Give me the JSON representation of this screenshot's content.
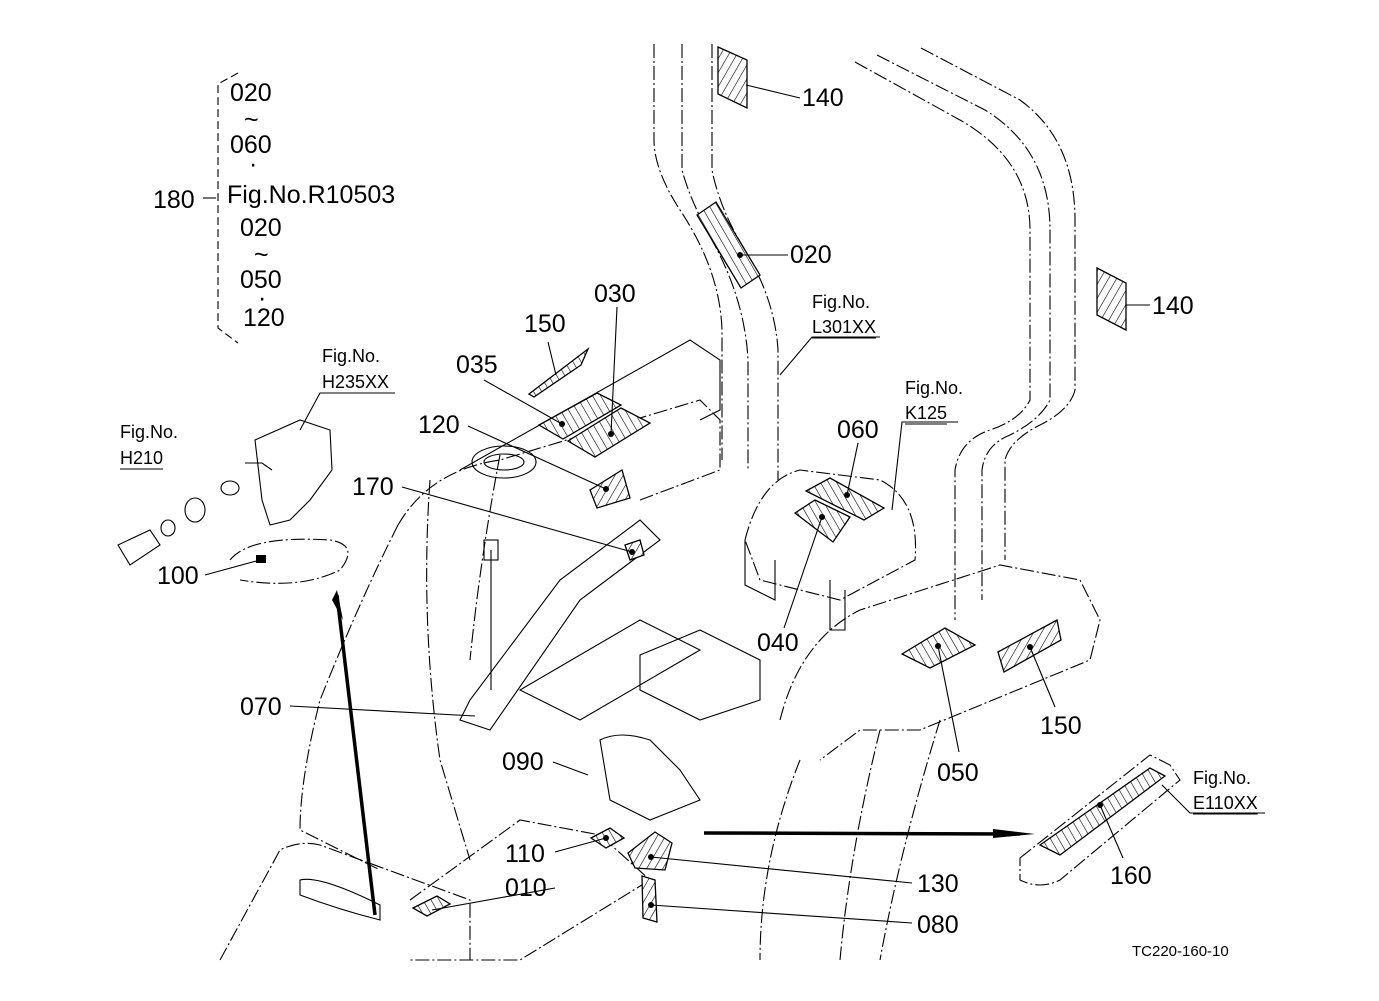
{
  "diagram": {
    "drawing_id": "TC220-160-10",
    "group_bracket": {
      "callout": "180",
      "lines": [
        "020",
        "~",
        "060",
        "·",
        "Fig.No.R10503",
        "020",
        "~",
        "050",
        "·",
        "120"
      ]
    },
    "figure_refs": [
      {
        "id": "h235",
        "line1": "Fig.No.",
        "line2": "H235XX"
      },
      {
        "id": "h210",
        "line1": "Fig.No.",
        "line2": "H210"
      },
      {
        "id": "l301",
        "line1": "Fig.No.",
        "line2": "L301XX"
      },
      {
        "id": "k125",
        "line1": "Fig.No.",
        "line2": "K125"
      },
      {
        "id": "e110",
        "line1": "Fig.No.",
        "line2": "E110XX"
      }
    ],
    "callouts": {
      "c140a": "140",
      "c020": "020",
      "c140b": "140",
      "c030": "030",
      "c150a": "150",
      "c035": "035",
      "c120": "120",
      "c170": "170",
      "c100": "100",
      "c060": "060",
      "c040": "040",
      "c070": "070",
      "c090": "090",
      "c050": "050",
      "c150b": "150",
      "c110": "110",
      "c010": "010",
      "c130": "130",
      "c080": "080",
      "c160": "160"
    }
  }
}
